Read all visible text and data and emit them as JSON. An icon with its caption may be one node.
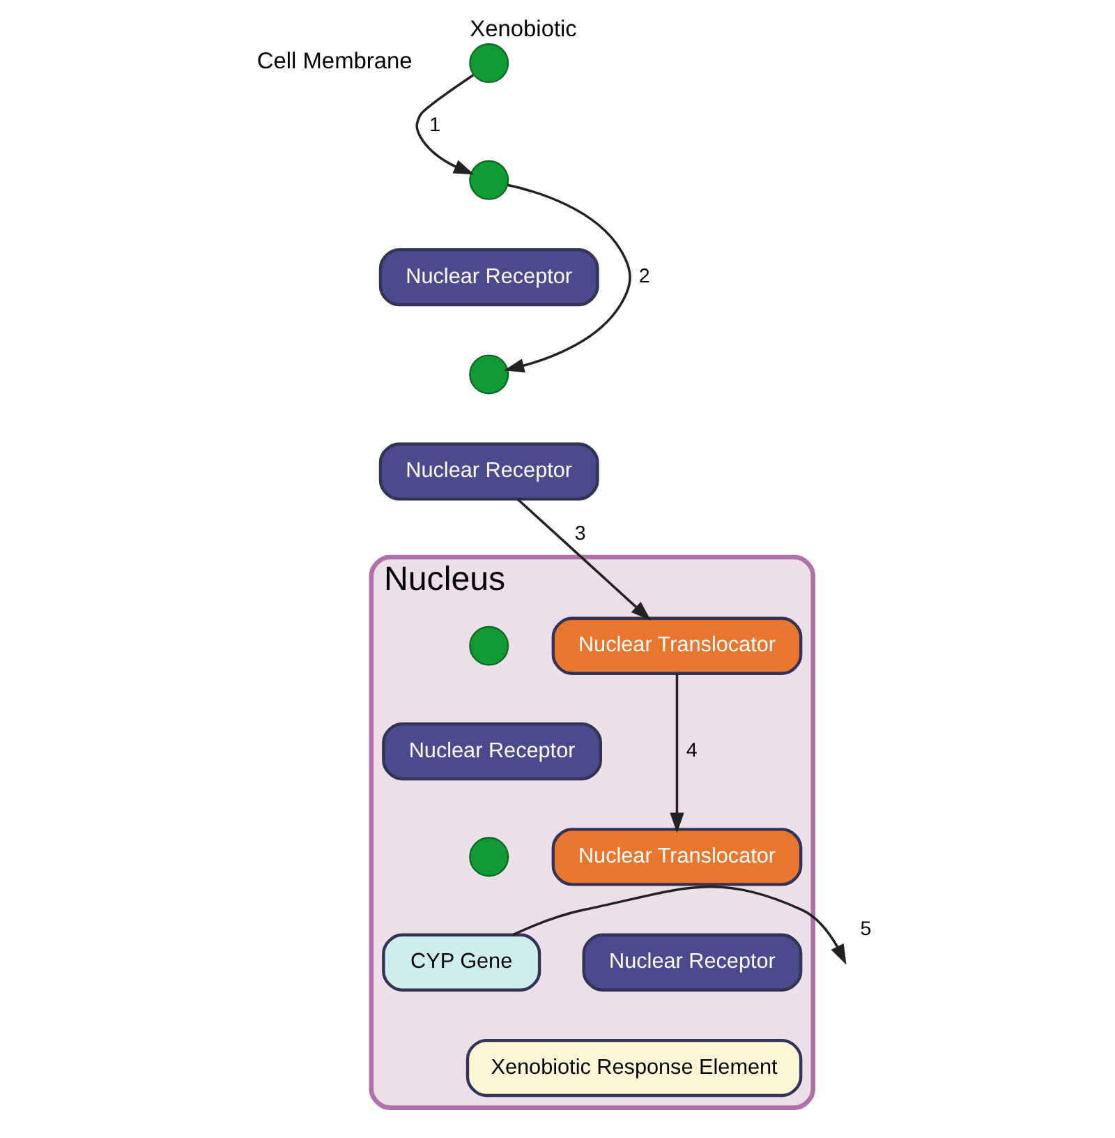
{
  "diagram": {
    "nodes": [
      {
        "text": [],
        "shape": "circle",
        "beside": [
          "Xenobiotic"
        ]
      },
      {
        "text": [],
        "shape": "circle"
      },
      {
        "text": [
          "Nuclear Receptor"
        ]
      },
      {
        "text": [],
        "shape": "circle"
      },
      {
        "text": [
          "Nuclear Receptor"
        ]
      },
      {
        "text": [
          "Nucleus"
        ]
      },
      {
        "text": [],
        "shape": "circle",
        "in": 5
      },
      {
        "text": [
          "Nuclear Receptor"
        ],
        "in": 5
      },
      {
        "text": [
          "Nuclear Translocator"
        ],
        "in": 5
      },
      {
        "text": [],
        "shape": "circle",
        "in": 5
      },
      {
        "text": [
          "Nuclear Translocator"
        ],
        "in": 5
      },
      {
        "text": [
          "Nuclear Receptor"
        ],
        "in": 5
      },
      {
        "text": [
          "Xenobiotic Response Element"
        ],
        "in": 5
      },
      {
        "text": [
          "CYP Gene"
        ],
        "in": 5
      }
    ],
    "edges": [
      {
        "from": 0,
        "to": 1,
        "arrow": "to",
        "label": "1"
      },
      {
        "from": 1,
        "to": 3,
        "arrow": "to",
        "label": "2"
      },
      {
        "from": 4,
        "to": 8,
        "arrow": "to",
        "label": "3"
      },
      {
        "from": 8,
        "to": 10,
        "arrow": "to",
        "label": "4"
      },
      {
        "from": 13,
        "to": null,
        "arrow": "to",
        "label": "5"
      }
    ],
    "labels": [
      "Cell Membrane"
    ]
  }
}
